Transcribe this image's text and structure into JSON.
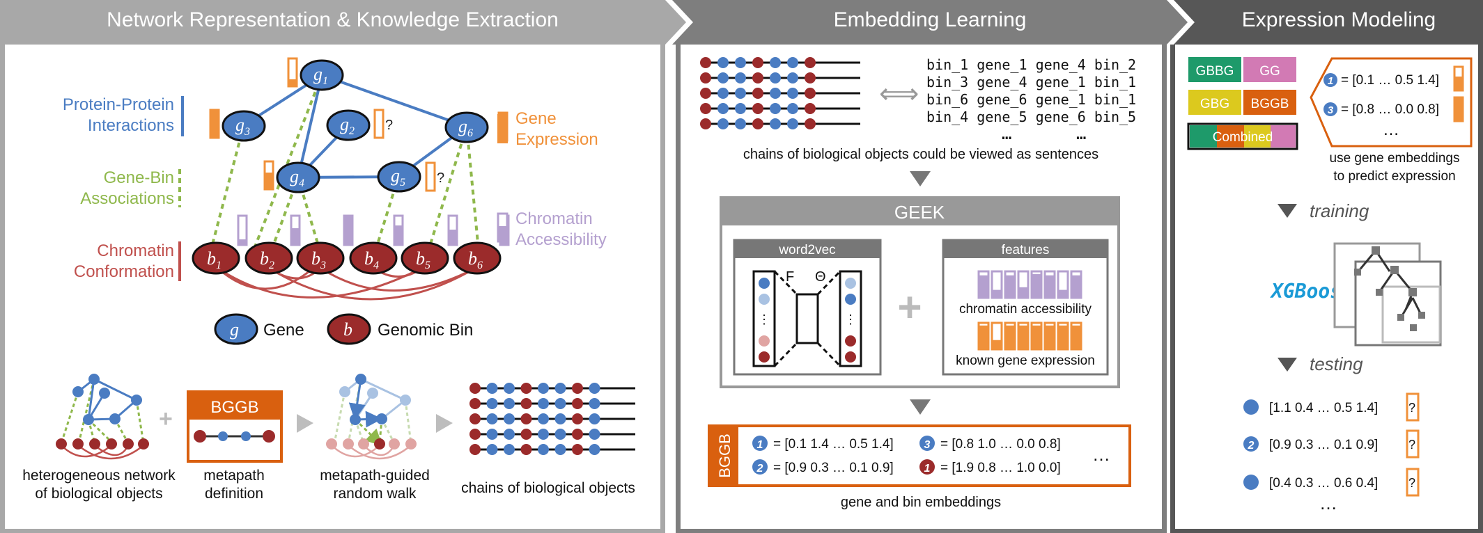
{
  "panels": {
    "p1_title": "Network Representation & Knowledge Extraction",
    "p2_title": "Embedding Learning",
    "p3_title": "Expression Modeling"
  },
  "network": {
    "ppi_label_1": "Protein-Protein",
    "ppi_label_2": "Interactions",
    "genebin_label_1": "Gene-Bin",
    "genebin_label_2": "Associations",
    "chromconf_label_1": "Chromatin",
    "chromconf_label_2": "Conformation",
    "geneexpr_label_1": "Gene",
    "geneexpr_label_2": "Expression",
    "chromacc_label_1": "Chromatin",
    "chromacc_label_2": "Accessibility",
    "q": "?",
    "genes": [
      "g",
      "g",
      "g",
      "g",
      "g",
      "g"
    ],
    "gene_subs": [
      "1",
      "3",
      "2",
      "6",
      "4",
      "5"
    ],
    "bins": [
      "b",
      "b",
      "b",
      "b",
      "b",
      "b"
    ],
    "bin_subs": [
      "1",
      "2",
      "3",
      "4",
      "5",
      "6"
    ],
    "legend_gene_symbol": "g",
    "legend_gene": "Gene",
    "legend_bin_symbol": "b",
    "legend_bin": "Genomic Bin"
  },
  "pipeline": {
    "step1_line1": "heterogeneous network",
    "step1_line2": "of biological objects",
    "metapath": "BGGB",
    "step2_line1": "metapath",
    "step2_line2": "definition",
    "step3_line1": "metapath-guided",
    "step3_line2": "random walk",
    "step4": "chains of biological objects",
    "plus": "+"
  },
  "embedding": {
    "sentences": [
      [
        "bin_1",
        "gene_1",
        "gene_4",
        "bin_2"
      ],
      [
        "bin_3",
        "gene_4",
        "gene_1",
        "bin_1"
      ],
      [
        "bin_6",
        "gene_6",
        "gene_1",
        "bin_1"
      ],
      [
        "bin_4",
        "gene_5",
        "gene_6",
        "bin_5"
      ]
    ],
    "sent_ellipsis_1": "…",
    "sent_ellipsis_2": "…",
    "equiv": "⟺",
    "caption": "chains of biological objects could be viewed as sentences",
    "geek_title": "GEEK",
    "w2v_title": "word2vec",
    "w2v_F": "F",
    "w2v_theta": "Θ",
    "features_title": "features",
    "feat1": "chromatin accessibility",
    "feat2": "known gene expression",
    "plus": "+",
    "bggb": "BGGB",
    "vectors": [
      {
        "badge": "1",
        "color": "#4a7cc2",
        "text": "= [0.1 1.4 … 0.5 1.4]"
      },
      {
        "badge": "3",
        "color": "#4a7cc2",
        "text": "= [0.8 1.0 … 0.0 0.8]"
      },
      {
        "badge": "2",
        "color": "#4a7cc2",
        "text": "= [0.9 0.3 … 0.1 0.9]"
      },
      {
        "badge": "1",
        "color": "#9b2b2b",
        "text": "= [1.9 0.8 … 1.0 0.0]"
      }
    ],
    "vec_ellipsis": "…",
    "emb_caption": "gene and bin embeddings"
  },
  "modeling": {
    "chip1": "GBBG",
    "chip2": "GG",
    "chip3": "GBG",
    "chip4": "BGGB",
    "chip5": "Combined",
    "train_vec1": "= [0.1 … 0.5 1.4]",
    "train_vec2": "= [0.8 … 0.0 0.8]",
    "badge1": "1",
    "badge3": "3",
    "ellipsis": "…",
    "caption1": "use gene embeddings",
    "caption2": "to predict expression",
    "training": "training",
    "xgboost": "XGBoost",
    "testing": "testing",
    "test_vecs": [
      "[1.1 0.4 … 0.5 1.4]",
      "[0.9 0.3 … 0.1 0.9]",
      "[0.4 0.3 … 0.6 0.4]"
    ],
    "test_badge2": "2",
    "q": "?",
    "test_ellipsis": "…"
  },
  "colors": {
    "gene_blue": "#4a7cc2",
    "bin_red": "#9b2b2b",
    "orange": "#f0913a",
    "green_dash": "#8fb84c",
    "purple": "#b4a0cf",
    "header_gray": "#9a9a9a",
    "dark_gray": "#555555"
  }
}
